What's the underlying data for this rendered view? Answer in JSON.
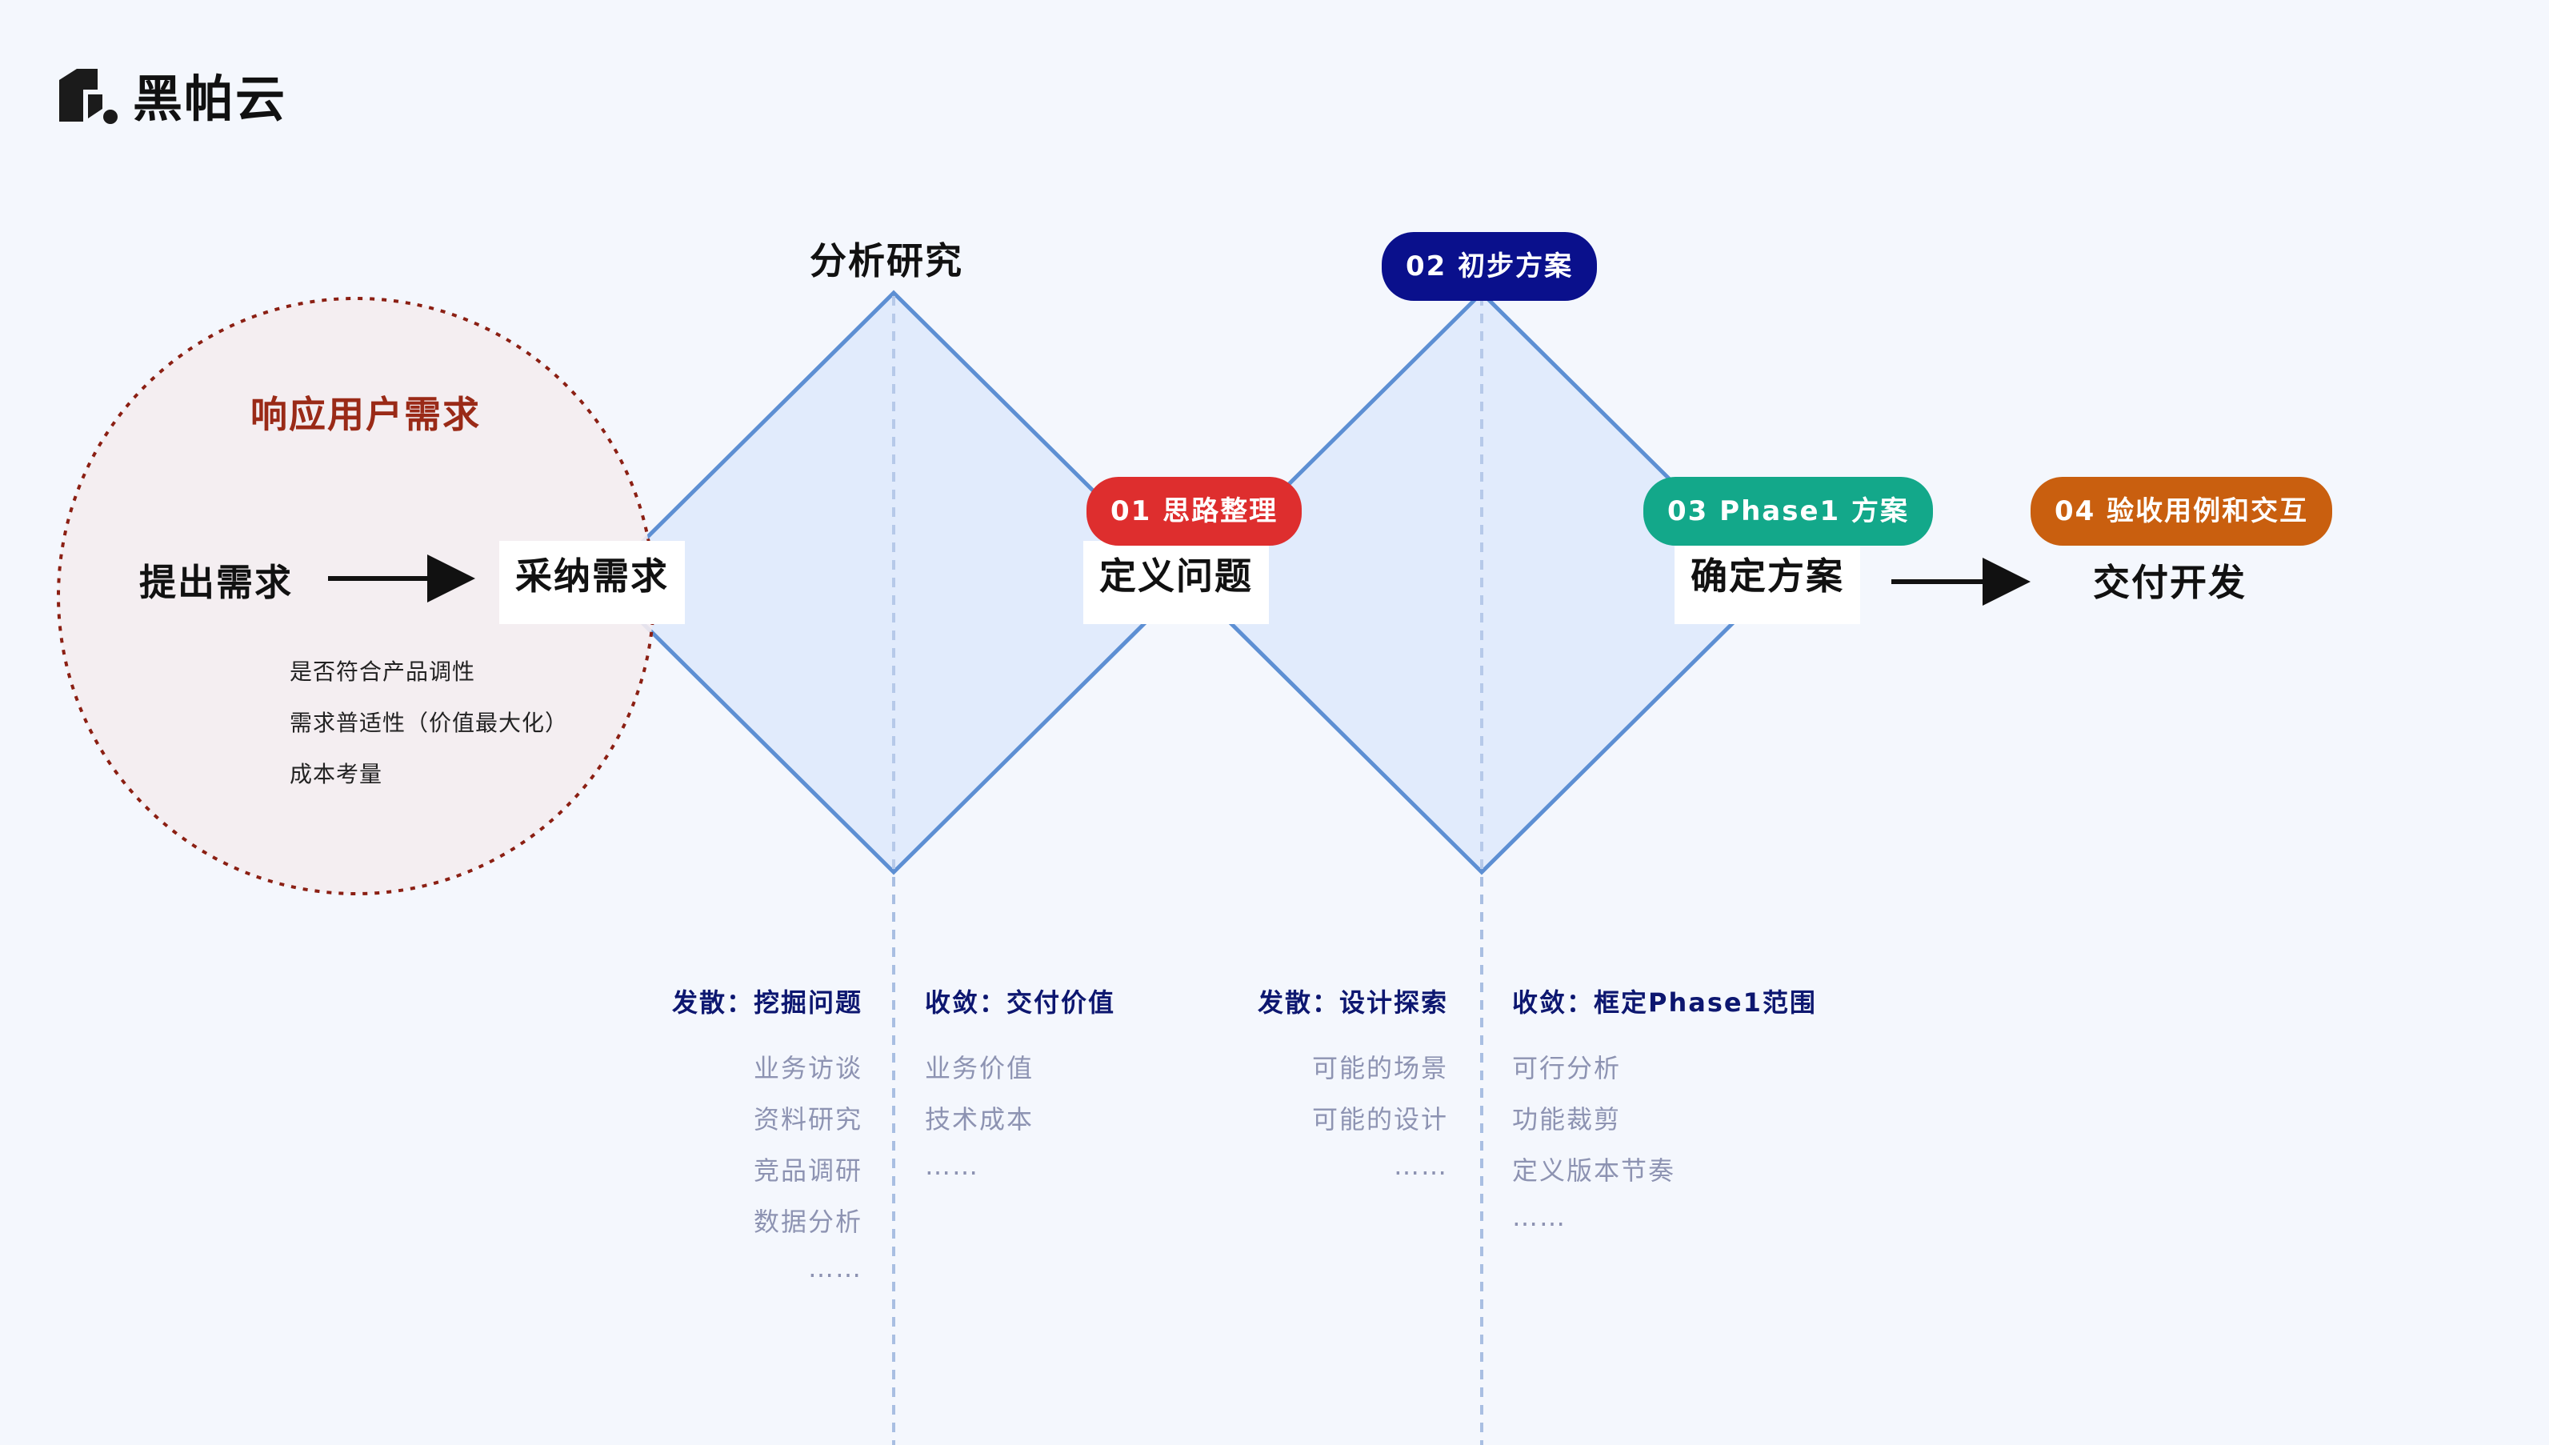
{
  "brand": {
    "name": "黑帕云",
    "logo_icon": "heipayun-logo-icon"
  },
  "colors": {
    "circle_title": "#9a2a17",
    "circle_border": "#8b1f13",
    "diamond_fill": "#dfe9fc",
    "diamond_stroke": "#5d8fd3",
    "badge_01": "#de2e2e",
    "badge_02": "#0a108c",
    "badge_03": "#13a88a",
    "badge_04": "#c95f0f",
    "column_head": "#0d1770",
    "column_item": "#8d93b2"
  },
  "circle": {
    "title": "响应用户需求",
    "from_label": "提出需求",
    "to_label": "采纳需求",
    "notes": [
      "是否符合产品调性",
      "需求普适性（价值最大化）",
      "成本考量"
    ]
  },
  "stages": {
    "peak1_label": "分析研究",
    "valley1_label": "定义问题",
    "valley2_label": "确定方案",
    "end_label": "交付开发"
  },
  "badges": {
    "b01": "01 思路整理",
    "b02": "02 初步方案",
    "b03": "03 Phase1 方案",
    "b04": "04 验收用例和交互"
  },
  "columns": [
    {
      "head": "发散：挖掘问题",
      "items": [
        "业务访谈",
        "资料研究",
        "竞品调研",
        "数据分析",
        "……"
      ]
    },
    {
      "head": "收敛：交付价值",
      "items": [
        "业务价值",
        "技术成本",
        "……"
      ]
    },
    {
      "head": "发散：设计探索",
      "items": [
        "可能的场景",
        "可能的设计",
        "……"
      ]
    },
    {
      "head": "收敛：框定Phase1范围",
      "items": [
        "可行分析",
        "功能裁剪",
        "定义版本节奏",
        "……"
      ]
    }
  ]
}
